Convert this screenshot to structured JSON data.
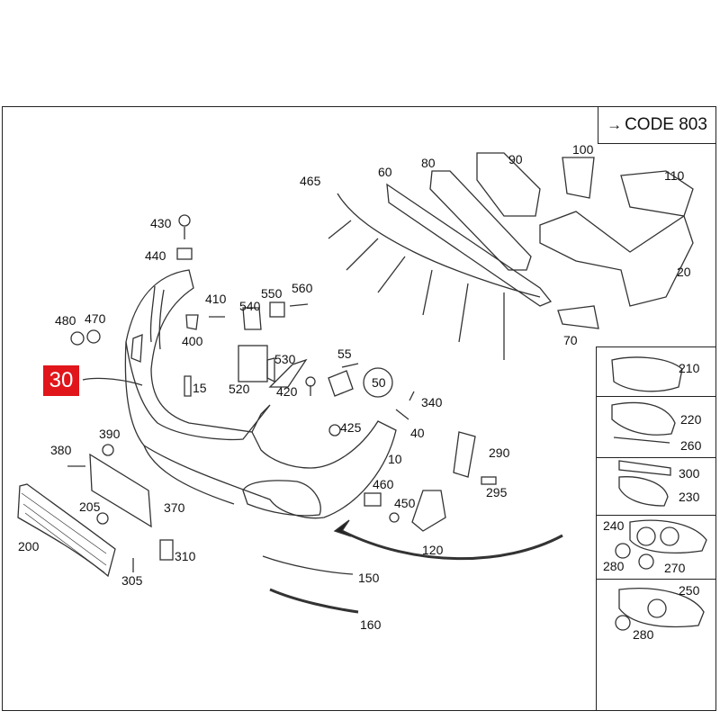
{
  "header": {
    "code_label": "CODE 803",
    "code_arrow": "→"
  },
  "callout": {
    "label": "30",
    "color": "#e0161b"
  },
  "parts": {
    "p10": "10",
    "p15": "15",
    "p20": "20",
    "p40": "40",
    "p50": "50",
    "p55": "55",
    "p60": "60",
    "p70": "70",
    "p80": "80",
    "p90": "90",
    "p100": "100",
    "p110": "110",
    "p120": "120",
    "p150": "150",
    "p160": "160",
    "p200": "200",
    "p205": "205",
    "p290": "290",
    "p295": "295",
    "p305": "305",
    "p310": "310",
    "p340": "340",
    "p370": "370",
    "p380": "380",
    "p390": "390",
    "p400": "400",
    "p410": "410",
    "p420": "420",
    "p425": "425",
    "p430": "430",
    "p440": "440",
    "p450": "450",
    "p460": "460",
    "p465": "465",
    "p470": "470",
    "p480": "480",
    "p520": "520",
    "p530": "530",
    "p540": "540",
    "p550": "550",
    "p560": "560"
  },
  "side_parts": {
    "s210": "210",
    "s220": "220",
    "s260": "260",
    "s300": "300",
    "s230": "230",
    "s240": "240",
    "s280a": "280",
    "s270": "270",
    "s250": "250",
    "s280b": "280"
  }
}
